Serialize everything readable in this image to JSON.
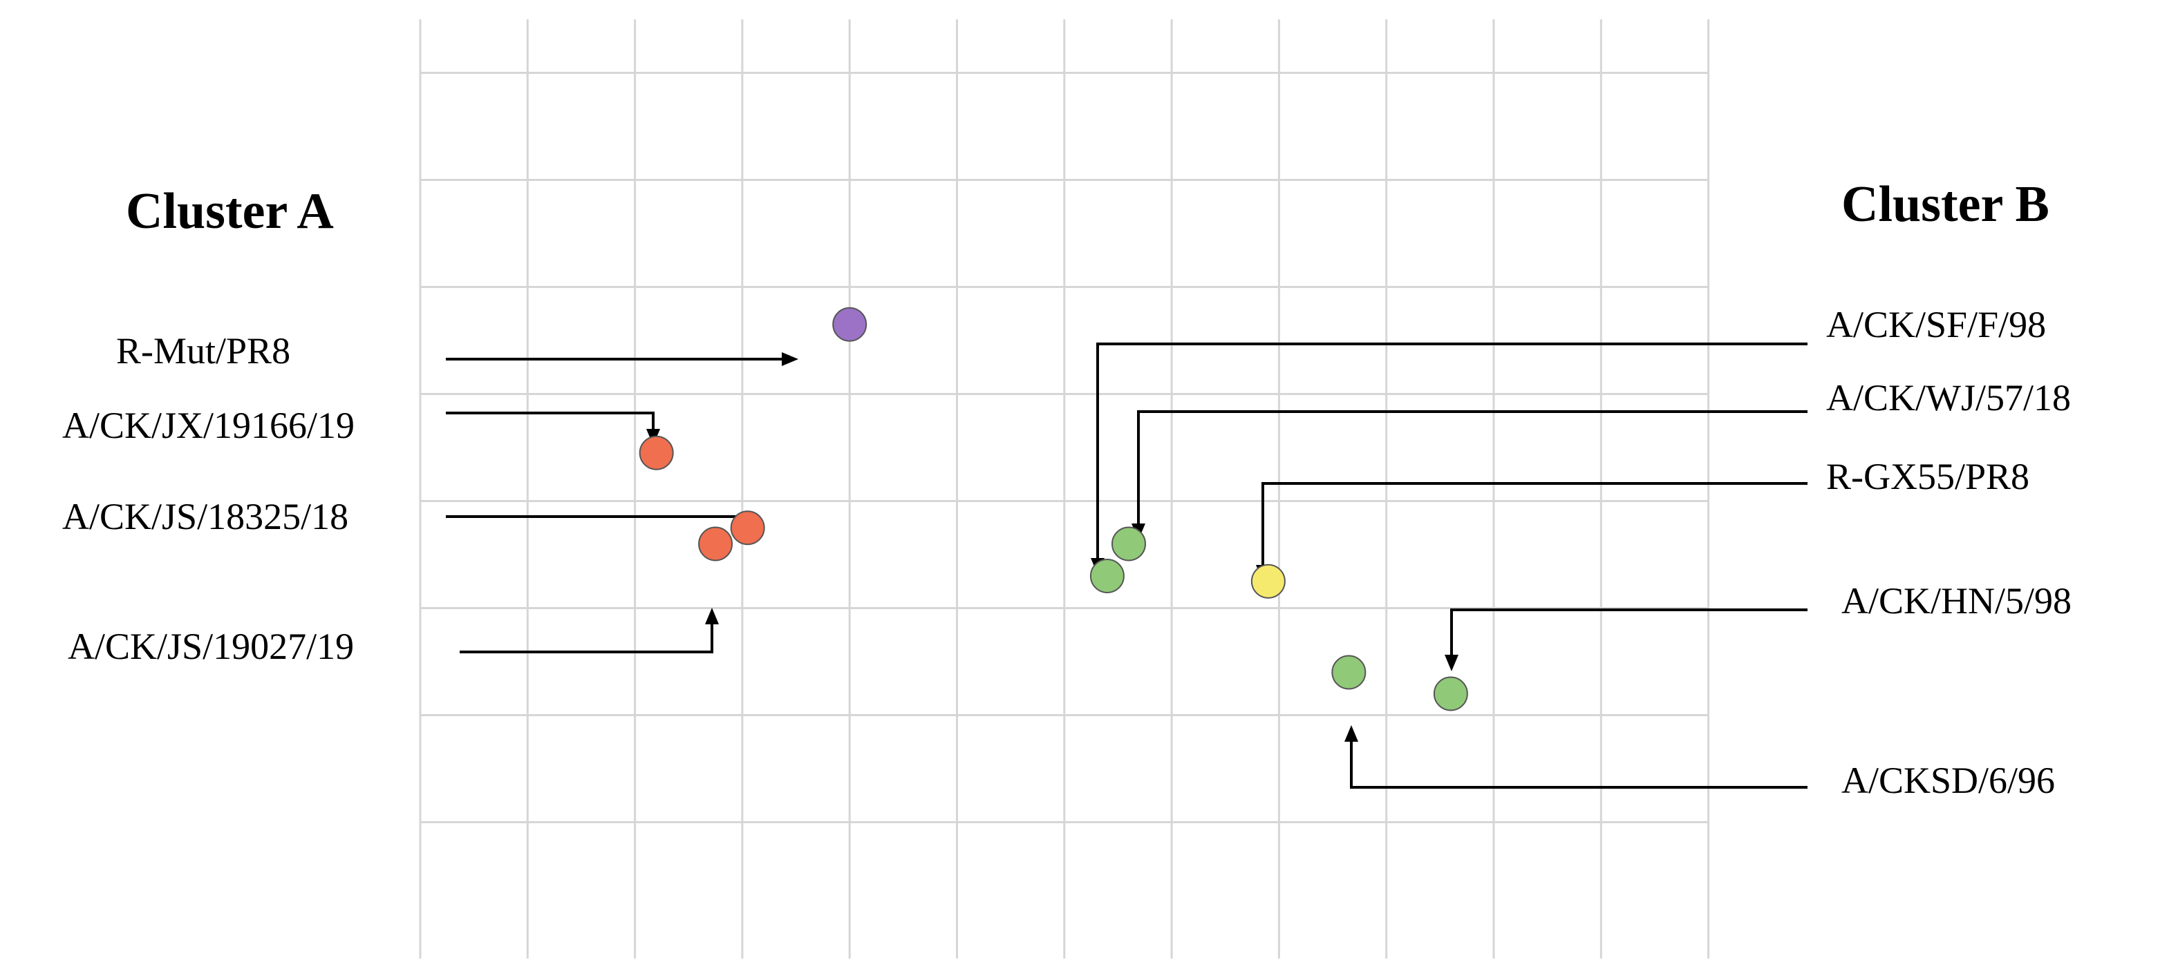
{
  "chart_data": {
    "type": "scatter",
    "title": "",
    "xlabel": "",
    "ylabel": "",
    "grid": true,
    "axes_tick_labels_shown": false,
    "grid_unit": "1 grid square",
    "xlim": [
      0,
      12
    ],
    "ylim": [
      0,
      8.5
    ],
    "clusters": [
      {
        "label": "Cluster A",
        "position": "left"
      },
      {
        "label": "Cluster B",
        "position": "right"
      }
    ],
    "colors": {
      "purple": "#9b72c6",
      "red": "#ef6f4f",
      "green": "#90c978",
      "yellow": "#f5ea6e"
    },
    "points": [
      {
        "label": "R-Mut/PR8",
        "x": 4.0,
        "y": 5.65,
        "color": "#9b72c6",
        "label_side": "left"
      },
      {
        "label": "A/CK/JX/19166/19",
        "x": 2.2,
        "y": 4.45,
        "color": "#ef6f4f",
        "label_side": "left"
      },
      {
        "label": "A/CK/JS/18325/18",
        "x": 3.05,
        "y": 3.75,
        "color": "#ef6f4f",
        "label_side": "left"
      },
      {
        "label": "A/CK/JS/19027/19",
        "x": 2.75,
        "y": 3.6,
        "color": "#ef6f4f",
        "label_side": "left"
      },
      {
        "label": "A/CK/SF/F/98",
        "x": 6.4,
        "y": 3.3,
        "color": "#90c978",
        "label_side": "right"
      },
      {
        "label": "A/CK/WJ/57/18",
        "x": 6.6,
        "y": 3.6,
        "color": "#90c978",
        "label_side": "right"
      },
      {
        "label": "R-GX55/PR8",
        "x": 7.9,
        "y": 3.25,
        "color": "#f5ea6e",
        "label_side": "right"
      },
      {
        "label": "A/CK/HN/5/98",
        "x": 9.6,
        "y": 2.2,
        "color": "#90c978",
        "label_side": "right"
      },
      {
        "label": "A/CKSD/6/96",
        "x": 8.65,
        "y": 2.4,
        "color": "#90c978",
        "label_side": "right"
      }
    ]
  }
}
